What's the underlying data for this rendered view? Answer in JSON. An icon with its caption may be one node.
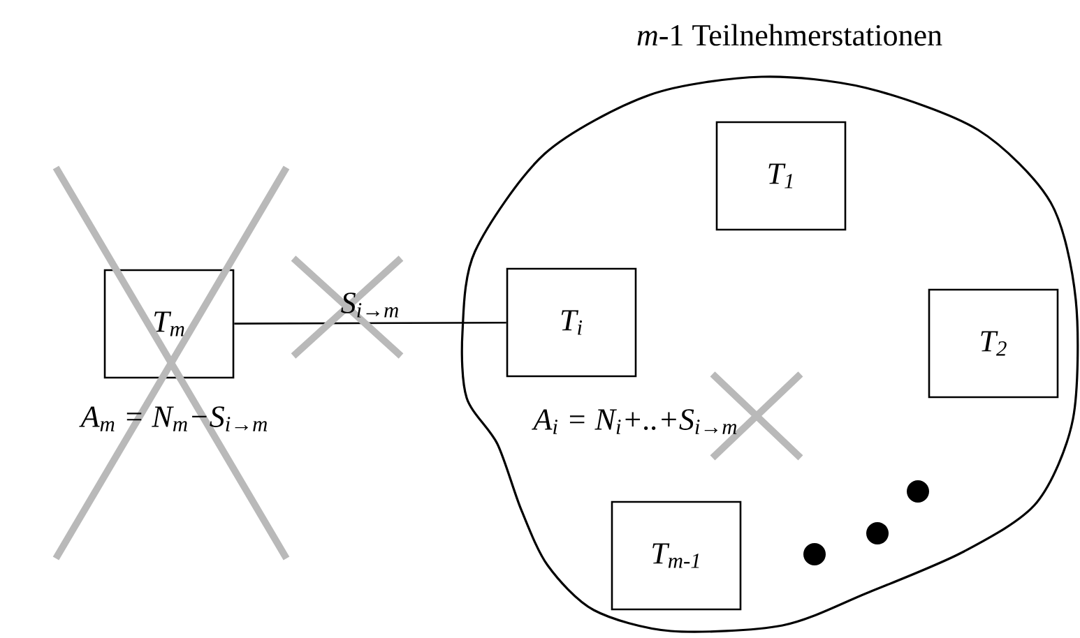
{
  "diagram": {
    "nodes": [
      {
        "text": [
          "T$_{m}$"
        ],
        "beside": [
          "A$_{m}$ = N$_{m}$−S$_{i→m}$"
        ]
      },
      {
        "text": [
          "*m*-1 Teilnehmerstationen"
        ]
      },
      {
        "text": [
          "T$_{i}$"
        ],
        "in": 1,
        "beside": [
          "A$_{i}$ = N$_{i}$+..+S$_{i→m}$"
        ]
      },
      {
        "text": [
          "T$_{1}$"
        ],
        "in": 1
      },
      {
        "text": [
          "T$_{2}$"
        ],
        "in": 1
      },
      {
        "text": [
          "T$_{m-1}$"
        ],
        "in": 1
      }
    ],
    "edges": [
      {
        "from": 0,
        "to": 2,
        "arrow": "none",
        "label": "S$_{i→m}$"
      }
    ]
  }
}
